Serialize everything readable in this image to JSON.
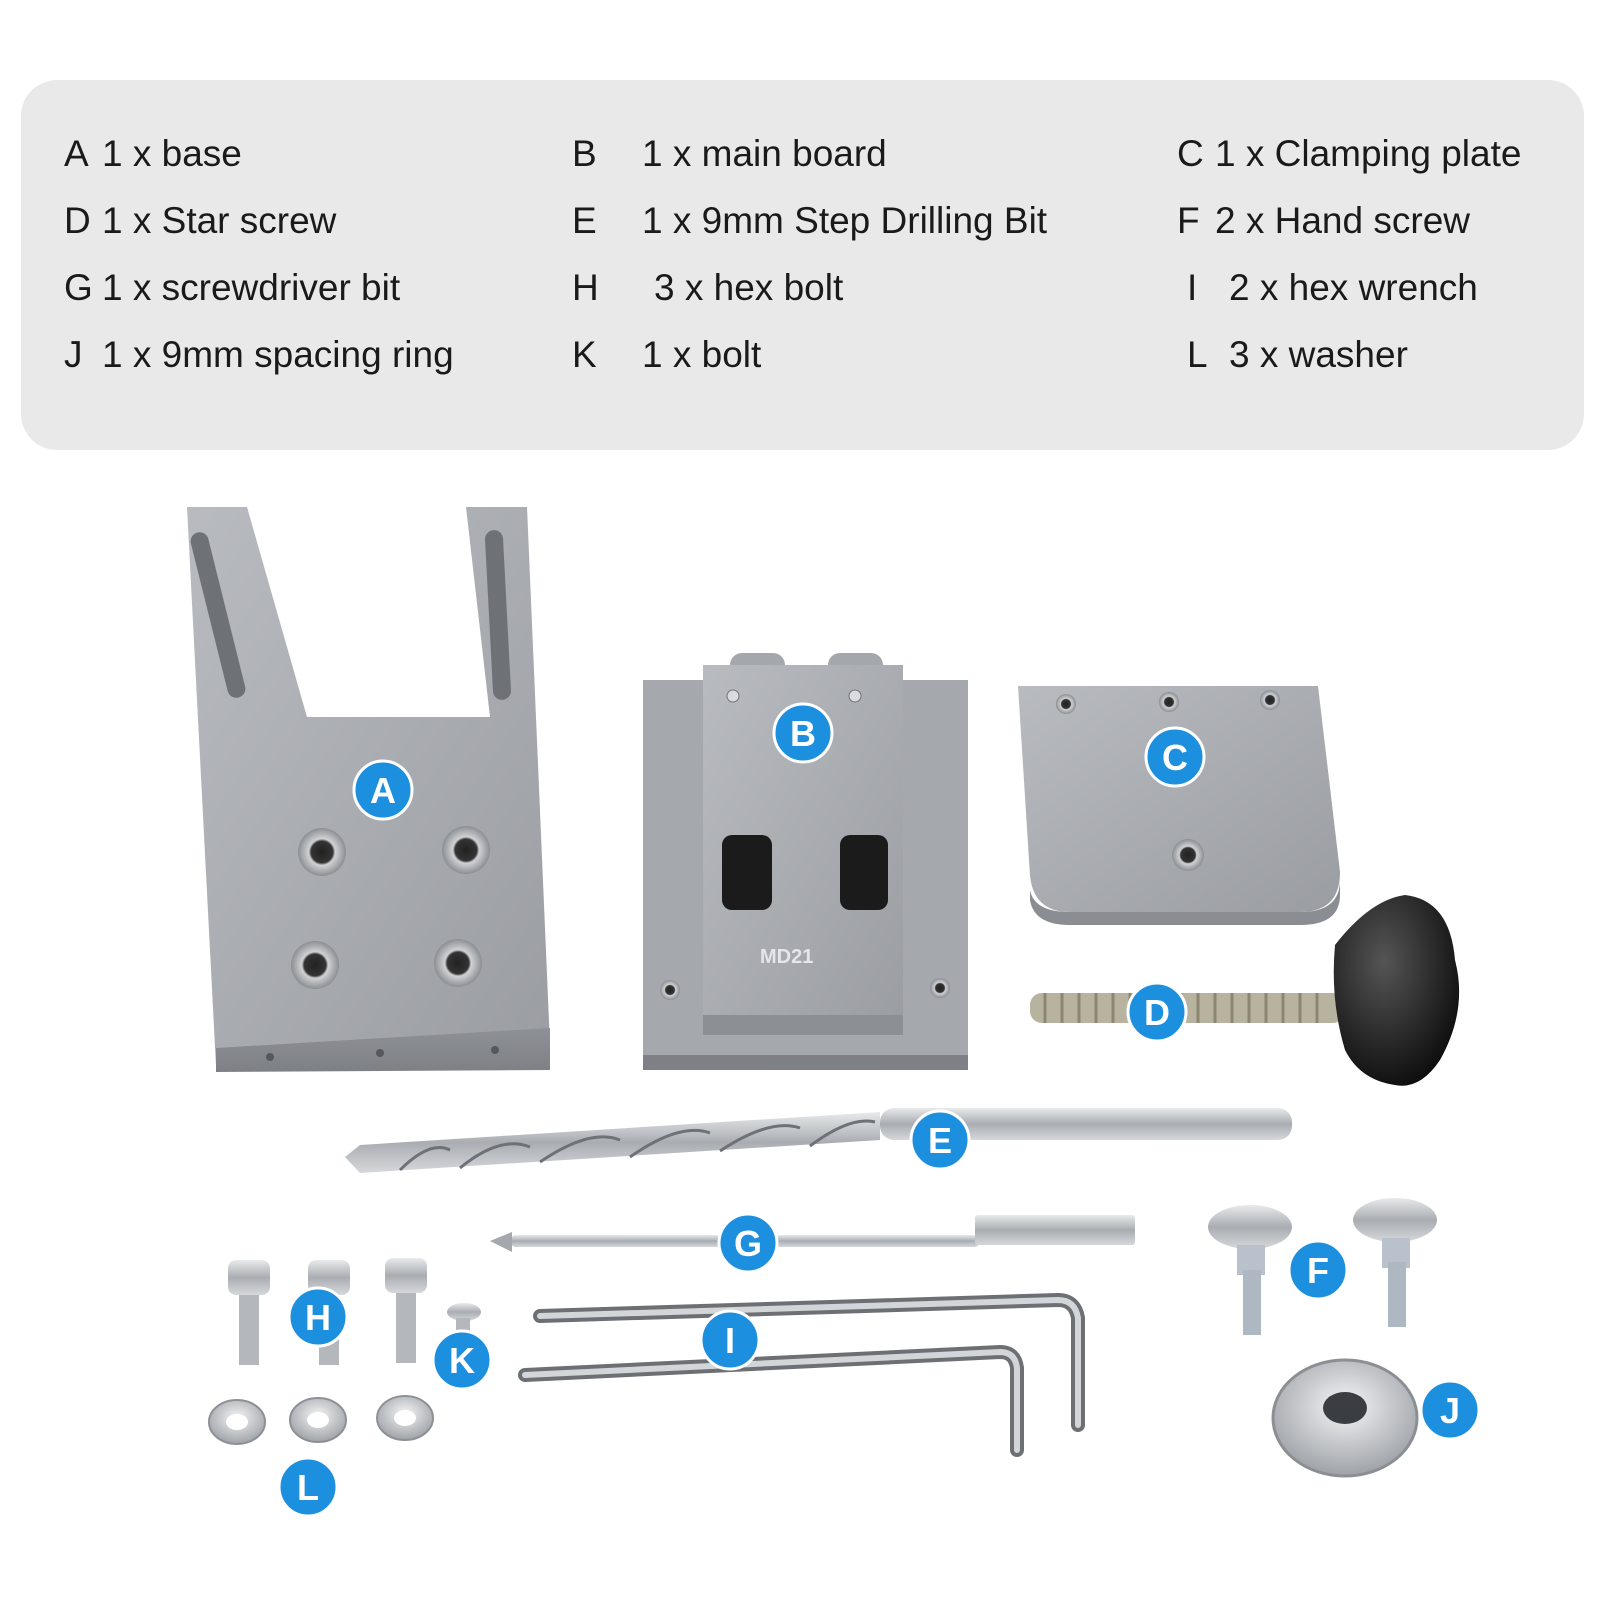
{
  "legend": {
    "items": [
      {
        "letter": "A",
        "text": "1 x base"
      },
      {
        "letter": "B",
        "text": "1 x main board"
      },
      {
        "letter": "C",
        "text": "1 x Clamping plate"
      },
      {
        "letter": "D",
        "text": "1 x Star screw"
      },
      {
        "letter": "E",
        "text": "1 x 9mm Step Drilling Bit"
      },
      {
        "letter": "F",
        "text": "2 x Hand screw"
      },
      {
        "letter": "G",
        "text": "1 x screwdriver bit"
      },
      {
        "letter": "H",
        "text": "3 x hex bolt"
      },
      {
        "letter": "I",
        "text": "2 x hex wrench"
      },
      {
        "letter": "J",
        "text": "1 x 9mm spacing ring"
      },
      {
        "letter": "K",
        "text": "1 x bolt"
      },
      {
        "letter": "L",
        "text": "3 x washer"
      }
    ]
  },
  "photo": {
    "board_marking": "MD21",
    "badges": [
      "A",
      "B",
      "C",
      "D",
      "E",
      "F",
      "G",
      "H",
      "I",
      "J",
      "K",
      "L"
    ],
    "badge_color": "#1d8fdf",
    "metal_color": "#a7aaaf"
  }
}
